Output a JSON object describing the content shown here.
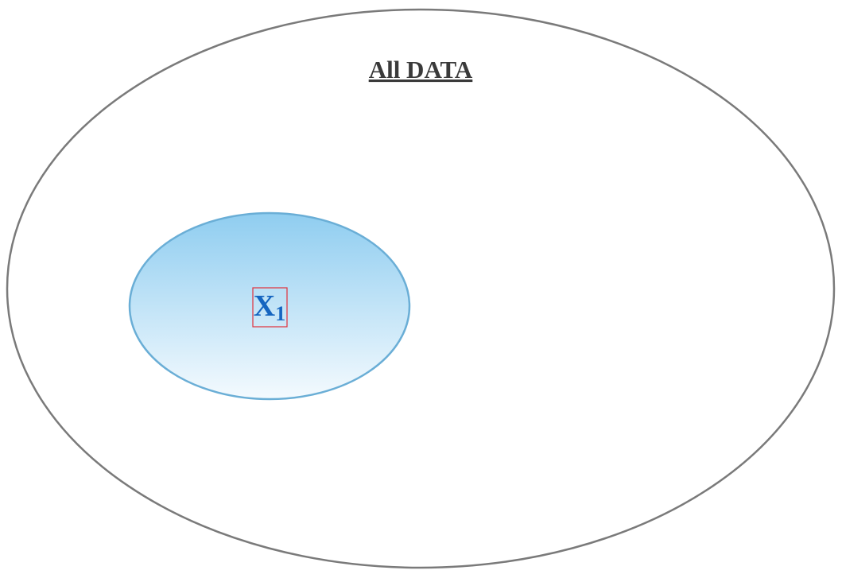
{
  "universe": {
    "title": "All DATA"
  },
  "subset": {
    "label_main": "X",
    "label_sub": "1"
  },
  "colors": {
    "universe_outline": "#7a7a7a",
    "title_text": "#3a3a3a",
    "subset_outline": "#6aaed6",
    "subset_fill_top": "#8fcdf0",
    "subset_fill_bottom": "#f4fafe",
    "subset_label": "#1565c0",
    "label_box_outline": "#e0303a"
  }
}
